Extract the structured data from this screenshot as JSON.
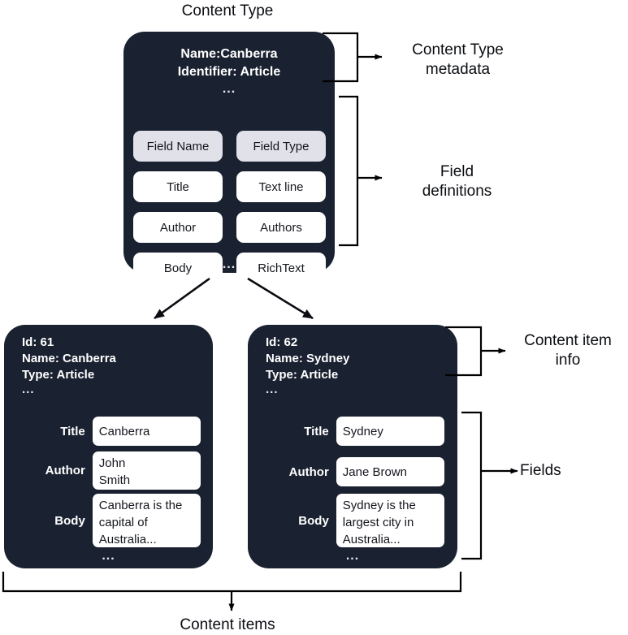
{
  "diagram": {
    "top_title": "Content Type",
    "bottom_title": "Content items",
    "annotations": {
      "content_type_metadata": "Content Type\nmetadata",
      "field_definitions": "Field\ndefinitions",
      "content_item_info": "Content item\ninfo",
      "fields": "Fields"
    },
    "colors": {
      "card_background": "#1a2130",
      "chip_header_background": "#e0e1e9",
      "chip_value_background": "#ffffff",
      "text_on_card": "#ffffff",
      "text_on_chip": "#14161d",
      "page_background": "#ffffff",
      "connector_stroke": "#000000"
    }
  },
  "content_type": {
    "name_line": "Name:Canberra",
    "identifier_line": "Identifier: Article",
    "ellipsis_after_metadata": "...",
    "ellipsis_after_fields": "...",
    "table": {
      "headers": [
        "Field Name",
        "Field Type"
      ],
      "rows": [
        [
          "Title",
          "Text line"
        ],
        [
          "Author",
          "Authors"
        ],
        [
          "Body",
          "RichText"
        ]
      ]
    }
  },
  "content_items": [
    {
      "id_line": "Id: 61",
      "name_line": "Name: Canberra",
      "type_line": "Type: Article",
      "ellipsis_after_info": "...",
      "ellipsis_after_fields": "...",
      "fields": [
        {
          "label": "Title",
          "value": "Canberra"
        },
        {
          "label": "Author",
          "value": "John\nSmith"
        },
        {
          "label": "Body",
          "value": "Canberra is the\ncapital of\nAustralia..."
        }
      ]
    },
    {
      "id_line": "Id: 62",
      "name_line": "Name: Sydney",
      "type_line": "Type: Article",
      "ellipsis_after_info": "...",
      "ellipsis_after_fields": "...",
      "fields": [
        {
          "label": "Title",
          "value": "Sydney"
        },
        {
          "label": "Author",
          "value": "Jane Brown"
        },
        {
          "label": "Body",
          "value": "Sydney is the\nlargest city in\nAustralia..."
        }
      ]
    }
  ]
}
